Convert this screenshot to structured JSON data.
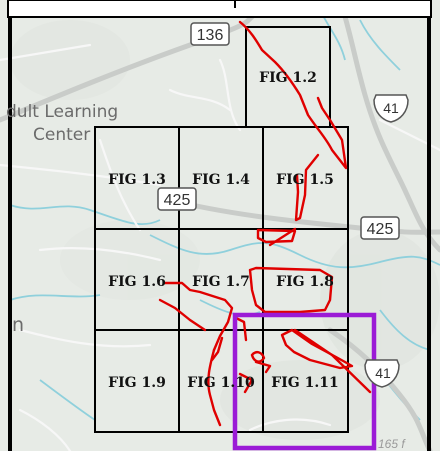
{
  "map": {
    "places": [
      {
        "id": "adult-learning-1",
        "text": "dult Learning"
      },
      {
        "id": "adult-learning-2",
        "text": "Center"
      },
      {
        "id": "left-fragment",
        "text": "n"
      }
    ],
    "route_shields": [
      {
        "id": "shield-136",
        "text": "136",
        "kind": "state"
      },
      {
        "id": "shield-41-top",
        "text": "41",
        "kind": "us"
      },
      {
        "id": "shield-425-center",
        "text": "425",
        "kind": "state"
      },
      {
        "id": "shield-425-right",
        "text": "425",
        "kind": "state"
      },
      {
        "id": "shield-41-bottom",
        "text": "41",
        "kind": "us"
      }
    ],
    "corner_fragment": "165 f",
    "grid_labels": {
      "fig_1_2": "FIG 1.2",
      "fig_1_3": "FIG 1.3",
      "fig_1_4": "FIG 1.4",
      "fig_1_5": "FIG 1.5",
      "fig_1_6": "FIG 1.6",
      "fig_1_7": "FIG 1.7",
      "fig_1_8": "FIG 1.8",
      "fig_1_9": "FIG 1.9",
      "fig_1_10": "FIG 1.10",
      "fig_1_11": "FIG 1.11"
    },
    "colors": {
      "route_line": "#e00000",
      "highlight_box": "#9b1bd6",
      "grid_line": "#000000",
      "land": "#e7ebe6",
      "water": "#8fd0dc",
      "road_major": "#c9ccc9",
      "road_minor": "#f7f7f7"
    }
  }
}
